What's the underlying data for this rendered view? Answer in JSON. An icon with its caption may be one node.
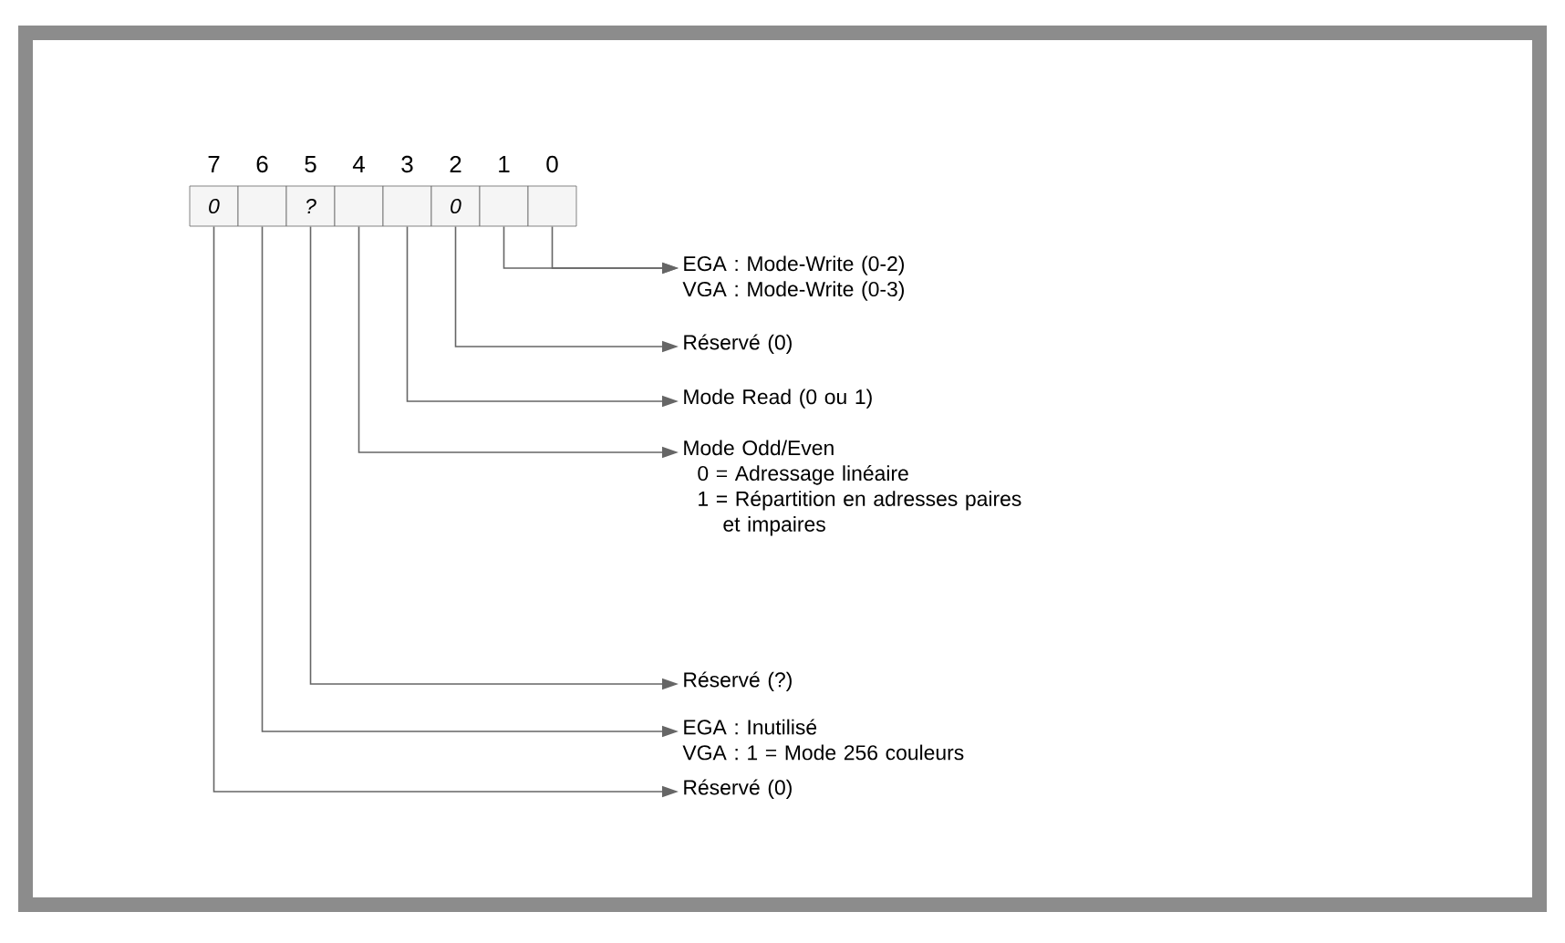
{
  "diagram": {
    "nodes": [
      {
        "text": [
          "0"
        ]
      },
      {
        "text": [],
        "shape": "box"
      },
      {
        "text": [
          "?"
        ]
      },
      {
        "text": [],
        "shape": "box"
      },
      {
        "text": [],
        "shape": "box"
      },
      {
        "text": [
          "0"
        ]
      },
      {
        "text": [],
        "shape": "box"
      },
      {
        "text": [],
        "shape": "box"
      },
      {
        "text": [
          "EGA : Mode-Write (0-2)",
          "VGA : Mode-Write (0-3)"
        ]
      },
      {
        "text": [
          "Réservé (0)"
        ]
      },
      {
        "text": [
          "Mode Read (0 ou 1)"
        ]
      },
      {
        "text": [
          "Mode Odd/Even",
          "0 = Adressage linéaire",
          "1 = Répartition en adresses paires et impaires"
        ]
      },
      {
        "text": [
          "Réservé (?)"
        ]
      },
      {
        "text": [
          "EGA : Inutilisé",
          "VGA : 1 = Mode 256 couleurs"
        ]
      },
      {
        "text": [
          "Réservé (0)"
        ]
      }
    ],
    "edges": [
      {
        "from": 6,
        "to": 8,
        "arrow": "to"
      },
      {
        "from": 7,
        "to": 8,
        "arrow": "to"
      },
      {
        "from": 5,
        "to": 9,
        "arrow": "to"
      },
      {
        "from": 4,
        "to": 10,
        "arrow": "to"
      },
      {
        "from": 3,
        "to": 11,
        "arrow": "to"
      },
      {
        "from": 2,
        "to": 12,
        "arrow": "to"
      },
      {
        "from": 1,
        "to": 13,
        "arrow": "to"
      },
      {
        "from": 0,
        "to": 14,
        "arrow": "to"
      }
    ],
    "labels": [
      "7",
      "6",
      "5",
      "4",
      "3",
      "2",
      "1",
      "0"
    ]
  }
}
